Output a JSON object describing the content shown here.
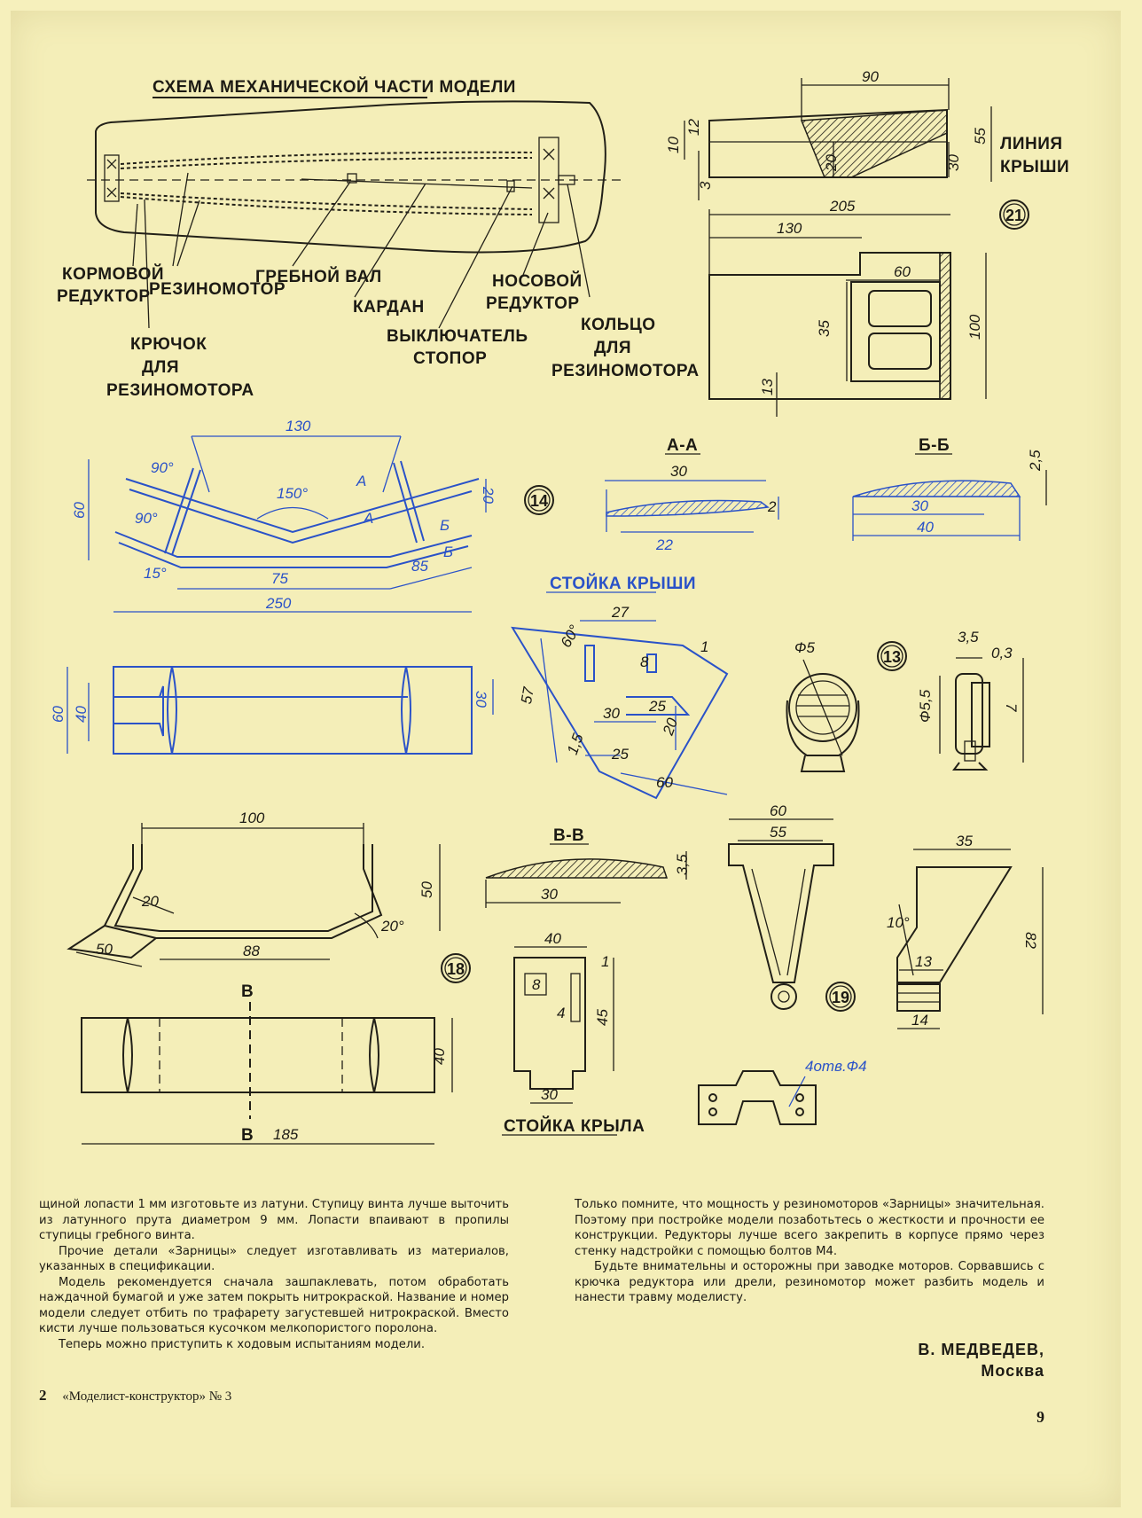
{
  "drawing": {
    "mech_title": "СХЕМА МЕХАНИЧЕСКОЙ ЧАСТИ МОДЕЛИ",
    "labels": {
      "stern_gear": [
        "КОРМОВОЙ",
        "РЕДУКТОР"
      ],
      "rubber_motor": "РЕЗИНОМОТОР",
      "prop_shaft": "ГРЕБНОЙ ВАЛ",
      "cardan": "КАРДАН",
      "bow_gear": [
        "НОСОВОЙ",
        "РЕДУКТОР"
      ],
      "hook": [
        "КРЮЧОК",
        "ДЛЯ",
        "РЕЗИНОМОТОРА"
      ],
      "switch": [
        "ВЫКЛЮЧАТЕЛЬ",
        "СТОПОР"
      ],
      "ring": [
        "КОЛЬЦО",
        "ДЛЯ",
        "РЕЗИНОМОТОРА"
      ]
    },
    "roof_line": [
      "ЛИНИЯ",
      "КРЫШИ"
    ],
    "section_aa": "А-А",
    "section_bb": "Б-Б",
    "section_vv": "В-В",
    "roof_post": "СТОЙКА КРЫШИ",
    "wing_post": "СТОЙКА КРЫЛА",
    "fastener_note": "4отв.Ф4",
    "part_numbers": [
      "21",
      "14",
      "13",
      "18",
      "19"
    ],
    "dims": {
      "d90": "90",
      "d12": "12",
      "d10": "10",
      "d55": "55",
      "d20a": "20",
      "d30a": "30",
      "d3": "3",
      "d205": "205",
      "d130a": "130",
      "d60a": "60",
      "d35a": "35",
      "d100a": "100",
      "d13a": "13",
      "d130b": "130",
      "d60b": "60",
      "d20b": "20",
      "a90a": "90°",
      "a90b": "90°",
      "a150": "150°",
      "a15": "15°",
      "d75": "75",
      "d85": "85",
      "d250": "250",
      "aa": "А",
      "bb": "Б",
      "d30aa": "30",
      "d2aa": "2",
      "d22aa": "22",
      "d25bb": "2,5",
      "d30bb": "30",
      "d40bb": "40",
      "d27": "27",
      "d1": "1",
      "a60": "60°",
      "d8rp": "8",
      "d57": "57",
      "d30rp": "30",
      "d25rp1": "25",
      "d20rp": "20",
      "d15rp": "1,5",
      "d25rp2": "25",
      "d60rp": "60",
      "d60c": "60",
      "d40c": "40",
      "d30c": "30",
      "phi5": "Ф5",
      "d35c": "3,5",
      "d03": "0,3",
      "phi55": "Ф5,5",
      "d7": "7",
      "d100b": "100",
      "d20c": "20",
      "d50a": "50",
      "d50b": "50",
      "a20": "20°",
      "d88": "88",
      "d30vv": "30",
      "d35vv": "3,5",
      "d40w": "40",
      "d1w": "1",
      "d8w": "8",
      "d4w": "4",
      "d45w": "45",
      "d30w": "30",
      "d60f": "60",
      "d55f": "55",
      "d35g": "35",
      "a10": "10°",
      "d13g": "13",
      "d82": "82",
      "d14": "14",
      "d40bot": "40",
      "d185": "185",
      "vv": "В"
    }
  },
  "text": {
    "left": [
      "щиной лопасти 1 мм изготовьте из латуни. Ступицу винта лучше выточить из латунного прута диаметром 9 мм. Лопасти впаивают в пропилы ступицы гребного винта.",
      "Прочие детали «Зарницы» следует изготавливать из материалов, указанных в спецификации.",
      "Модель рекомендуется сначала зашпаклевать, потом обработать наждачной бумагой и уже затем покрыть нитрокраской. Название и номер модели следует отбить по трафарету загустевшей нитрокраской. Вместо кисти лучше пользоваться кусочком мелкопористого поролона.",
      "Теперь можно приступить к ходовым испытаниям модели."
    ],
    "right": [
      "Только помните, что мощность у резиномоторов «Зарницы» значительная. Поэтому при постройке модели позаботьтесь о жесткости и прочности ее конструкции. Редукторы лучше всего закрепить в корпусе прямо через стенку надстройки с помощью болтов М4.",
      "Будьте внимательны и осторожны при заводке моторов. Сорвавшись с крючка редуктора или дрели, резиномотор может разбить модель и нанести травму моделисту."
    ],
    "author_name": "В. МЕДВЕДЕВ,",
    "author_city": "Москва"
  },
  "footer": {
    "left_page": "2",
    "journal": "«Моделист-конструктор» № 3",
    "right_page": "9"
  }
}
